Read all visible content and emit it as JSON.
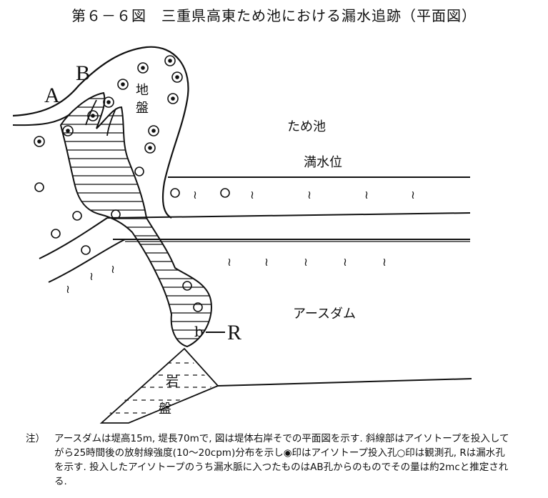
{
  "figure": {
    "title": "第６－６図　三重県高東ため池における漏水追跡（平面図）"
  },
  "labels": {
    "A": "A",
    "B": "B",
    "R": "R",
    "b": "b",
    "ground_1": "地",
    "ground_2": "盤",
    "pond": "ため池",
    "water_level": "満水位",
    "earth_dam": "アースダム",
    "rock_1": "岩",
    "rock_2": "盤"
  },
  "note": {
    "mark": "注）",
    "text": "アースダムは堤高15m, 堤長70mで, 図は堤体右岸そでの平面図を示す. 斜線部はアイソトープを投入してがら25時間後の放射線強度(10～20cpm)分布を示し◉印はアイソトープ投入孔○印は観測孔, Rは漏水孔を示す. 投入したアイソトープのうち漏水脈に入つたものはAB孔からのものでその量は約2mcと推定される."
  }
}
